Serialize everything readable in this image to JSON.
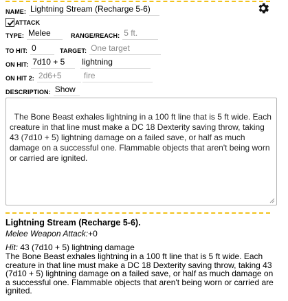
{
  "form": {
    "name_label": "Name:",
    "name_value": "Lightning Stream (Recharge 5-6)",
    "attack_label": "Attack",
    "attack_checked": true,
    "type_label": "Type:",
    "type_value": "Melee",
    "range_label": "Range/Reach:",
    "range_placeholder": "5 ft.",
    "tohit_label": "To Hit:",
    "tohit_value": "0",
    "target_label": "Target:",
    "target_placeholder": "One target",
    "onhit_label": "On Hit:",
    "onhit_dice": "7d10 + 5",
    "onhit_type": "lightning",
    "onhit2_label": "On Hit 2:",
    "onhit2_placeholder": "2d6+5",
    "onhit2_type_placeholder": "fire",
    "description_label": "Description:",
    "description_toggle": "Show",
    "description_text": "The Bone Beast exhales lightning in a 100 ft line that is 5 ft wide. Each creature in that line must make a DC 18 Dexterity saving throw, taking 43 (7d10 + 5) lightning damage on a failed save, or half as much damage on a successful one. Flammable objects that aren't being worn or carried are ignited."
  },
  "preview": {
    "title": "Lightning Stream (Recharge 5-6).",
    "attack_line": "Melee Weapon Attack:",
    "attack_bonus": "+0",
    "hit_label": "Hit:",
    "hit_text": " 43 (7d10 + 5) lightning damage",
    "description": "The Bone Beast exhales lightning in a 100 ft line that is 5 ft wide. Each creature in that line must make a DC 18 Dexterity saving throw, taking 43 (7d10 + 5) lightning damage on a failed save, or half as much damage on a successful one. Flammable objects that aren't being worn or carried are ignited."
  },
  "icons": {
    "settings": "gear-icon",
    "resize": "resize-grip-icon"
  },
  "colors": {
    "divider": "#f2c21b",
    "placeholder": "#8c8c8c"
  }
}
